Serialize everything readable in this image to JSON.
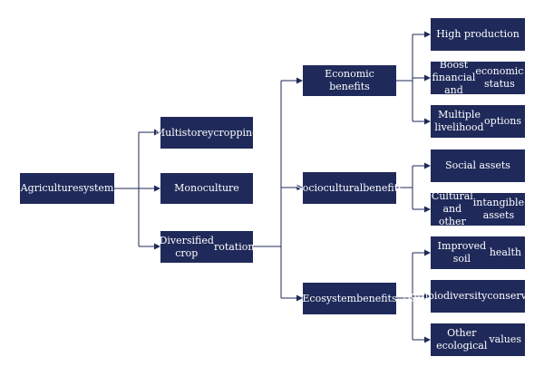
{
  "colors": {
    "node_fill": "#1f2a5a",
    "node_text": "#ffffff",
    "connector": "#1f2a5a"
  },
  "nodes": {
    "root": [
      "Agriculture",
      "system"
    ],
    "multistorey": [
      "Multistorey",
      "cropping"
    ],
    "monoculture": [
      "Monoculture"
    ],
    "diversified": [
      "Diversified crop",
      "rotation"
    ],
    "economic": [
      "Economic benefits"
    ],
    "sociocultural": [
      "Sociocultural",
      "benefits"
    ],
    "ecosystem": [
      "Ecosystem",
      "benefits"
    ],
    "high_production": [
      "High production"
    ],
    "boost_financial": [
      "Boost financial and",
      "economic status"
    ],
    "multiple_livelihood": [
      "Multiple livelihood",
      "options"
    ],
    "social_assets": [
      "Social assets"
    ],
    "cultural_intangible": [
      "Cultural and other",
      "intangible assets"
    ],
    "soil_health": [
      "Improved soil",
      "health"
    ],
    "agrobiodiversity": [
      "Agrobiodiversity",
      "conservation"
    ],
    "ecological_values": [
      "Other ecological",
      "values"
    ]
  }
}
